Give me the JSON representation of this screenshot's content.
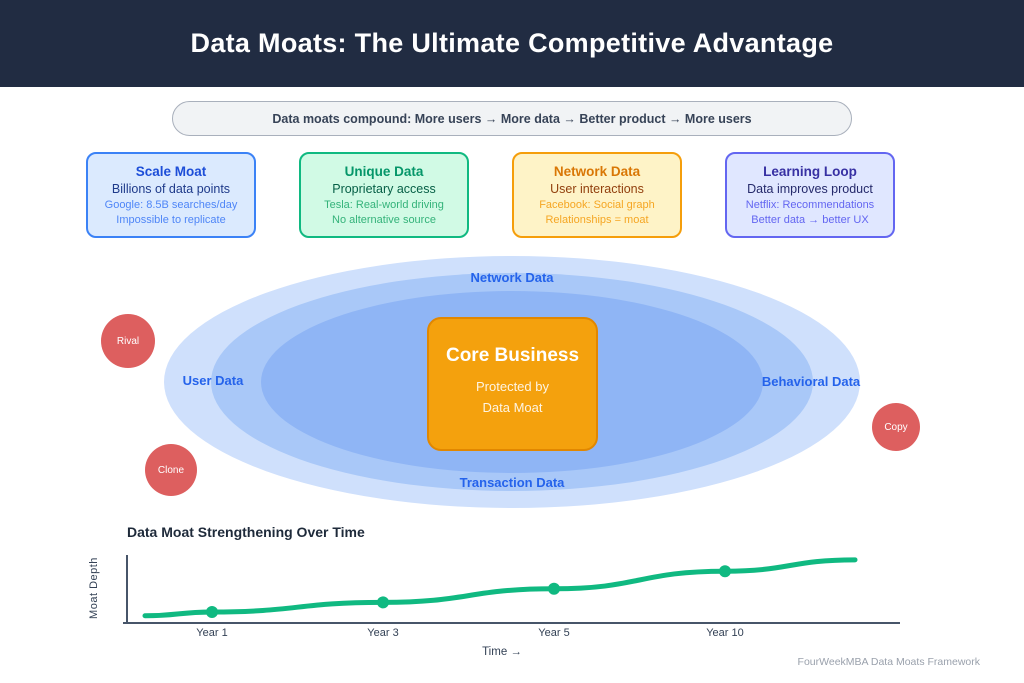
{
  "header": {
    "title": "Data Moats: The Ultimate Competitive Advantage"
  },
  "banner": {
    "text": "Data moats compound: More users → More data → Better product → More users"
  },
  "cards": [
    {
      "title": "Scale Moat",
      "lines": [
        "Billions of data points",
        "Google: 8.5B searches/day",
        "Impossible to replicate"
      ],
      "colors": {
        "bg": "#dbeafe",
        "border": "#3b82f6",
        "title": "#1d4ed8",
        "primary": "#1e3a8a",
        "secondary": "#4f86f7"
      }
    },
    {
      "title": "Unique Data",
      "lines": [
        "Proprietary access",
        "Tesla: Real-world driving",
        "No alternative source"
      ],
      "colors": {
        "bg": "#d1fae5",
        "border": "#10b981",
        "title": "#059669",
        "primary": "#065f46",
        "secondary": "#34b37a"
      }
    },
    {
      "title": "Network Data",
      "lines": [
        "User interactions",
        "Facebook: Social graph",
        "Relationships = moat"
      ],
      "colors": {
        "bg": "#fef3c7",
        "border": "#f59e0b",
        "title": "#d97706",
        "primary": "#92400e",
        "secondary": "#f5a623"
      }
    },
    {
      "title": "Learning Loop",
      "lines": [
        "Data improves product",
        "Netflix: Recommendations",
        "Better data → better UX"
      ],
      "colors": {
        "bg": "#e0e7ff",
        "border": "#6366f1",
        "title": "#3730a3",
        "primary": "#252a6b",
        "secondary": "#6366f1"
      }
    }
  ],
  "moat_diagram": {
    "core": {
      "title": "Core Business",
      "subtitle_lines": [
        "Protected by",
        "Data Moat"
      ]
    },
    "ring_labels": {
      "top": "Network Data",
      "left": "User Data",
      "right": "Behavioral Data",
      "bottom": "Transaction Data"
    },
    "threats": [
      {
        "label": "Rival"
      },
      {
        "label": "Clone"
      },
      {
        "label": "Copy"
      }
    ]
  },
  "chart_data": {
    "type": "line",
    "title": "Data Moat Strengthening Over Time",
    "xlabel": "Time →",
    "ylabel": "Moat Depth",
    "categories": [
      "Year 1",
      "Year 3",
      "Year 5",
      "Year 10"
    ],
    "values": [
      1.0,
      1.6,
      2.45,
      3.55
    ],
    "value_units": "relative moat depth (unlabeled axis)",
    "grid": false,
    "legend": false,
    "line_color": "#10b981"
  },
  "footer": {
    "credit": "FourWeekMBA Data Moats Framework"
  },
  "colors": {
    "header_bg": "#212c42",
    "moat_outer": "#cfe0fc",
    "moat_middle": "#a9c8f8",
    "moat_inner": "#8fb5f5",
    "core_orange": "#f4a10d",
    "threat_red": "#dd5f5f",
    "ring_label_blue": "#2563eb",
    "chart_green": "#10b981",
    "axis_slate": "#475569"
  }
}
